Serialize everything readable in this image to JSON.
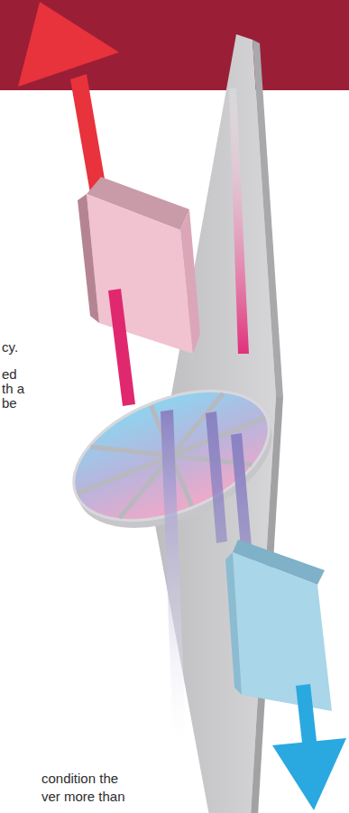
{
  "diagram": {
    "labels": [
      "cy.",
      "ed",
      "th a",
      "be",
      "condition the",
      "ver more than"
    ]
  }
}
